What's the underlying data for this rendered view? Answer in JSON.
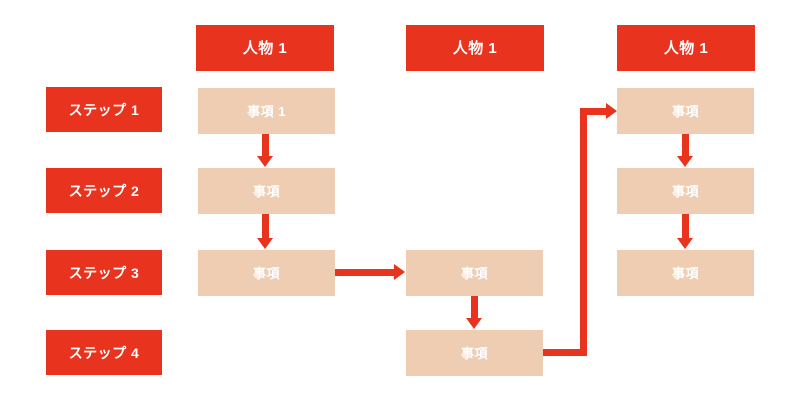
{
  "diagram": {
    "title": "",
    "colors": {
      "accent_red": "#e8341f",
      "task_tan": "#efcdb3",
      "background": "#ffffff",
      "label_text": "#ffffff"
    },
    "steps": [
      {
        "label": "ステップ 1"
      },
      {
        "label": "ステップ 2"
      },
      {
        "label": "ステップ 3"
      },
      {
        "label": "ステップ 4"
      }
    ],
    "lanes": [
      {
        "header": "人物 1"
      },
      {
        "header": "人物 1"
      },
      {
        "header": "人物 1"
      }
    ],
    "tasks": {
      "lane1": [
        {
          "label": "事項 1"
        },
        {
          "label": "事項"
        },
        {
          "label": "事項"
        }
      ],
      "lane2": [
        {
          "label": "事項"
        },
        {
          "label": "事項"
        }
      ],
      "lane3": [
        {
          "label": "事項"
        },
        {
          "label": "事項"
        },
        {
          "label": "事項"
        }
      ]
    },
    "connectors": [
      {
        "name": "lane1-task1-to-task2",
        "kind": "arrow-down"
      },
      {
        "name": "lane1-task2-to-task3",
        "kind": "arrow-down"
      },
      {
        "name": "lane1-task3-to-lane2-task1",
        "kind": "arrow-right"
      },
      {
        "name": "lane2-task1-to-task2",
        "kind": "arrow-down"
      },
      {
        "name": "lane2-task2-to-lane3-task1",
        "kind": "elbow-up-right"
      },
      {
        "name": "lane3-task1-to-task2",
        "kind": "arrow-down"
      },
      {
        "name": "lane3-task2-to-task3",
        "kind": "arrow-down"
      }
    ]
  }
}
